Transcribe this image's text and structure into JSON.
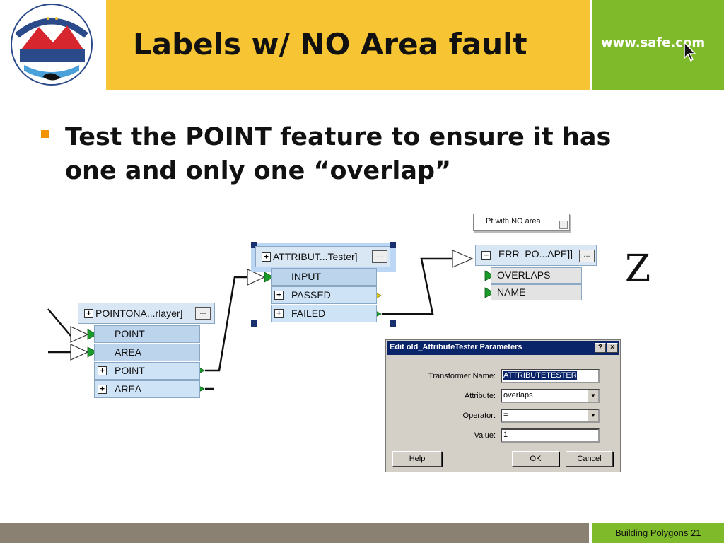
{
  "header": {
    "title": "Labels w/ NO Area fault",
    "site_url": "www.safe.com",
    "logo_icon": "fme-worldwide-user-conference-logo",
    "colors": {
      "title_band": "#f7c533",
      "accent_green": "#7fba2a",
      "bullet": "#f29400"
    }
  },
  "bullet": {
    "text": "Test the POINT feature to ensure it has one and only one “overlap”"
  },
  "diagram": {
    "pointonarea": {
      "header": "POINTONA...rlayer]",
      "ports": [
        "POINT",
        "AREA",
        "POINT",
        "AREA"
      ]
    },
    "attribute_tester": {
      "header": "ATTRIBUT...Tester]",
      "ports": [
        "INPUT",
        "PASSED",
        "FAILED"
      ]
    },
    "err_writer": {
      "header": "ERR_PO...APE]]",
      "attrs": [
        "OVERLAPS",
        "NAME"
      ]
    },
    "note": "Pt with NO area",
    "more_button": "...",
    "z_glyph": "Z"
  },
  "dialog": {
    "title": "Edit old_AttributeTester Parameters",
    "help_title_btn": "?",
    "close_title_btn": "×",
    "fields": {
      "transformer_name_label": "Transformer Name:",
      "transformer_name_value": "ATTRIBUTETESTER",
      "attribute_label": "Attribute:",
      "attribute_value": "overlaps",
      "operator_label": "Operator:",
      "operator_value": "=",
      "value_label": "Value:",
      "value_value": "1"
    },
    "buttons": {
      "help": "Help",
      "ok": "OK",
      "cancel": "Cancel"
    }
  },
  "footer": {
    "text": "Building Polygons 21"
  }
}
